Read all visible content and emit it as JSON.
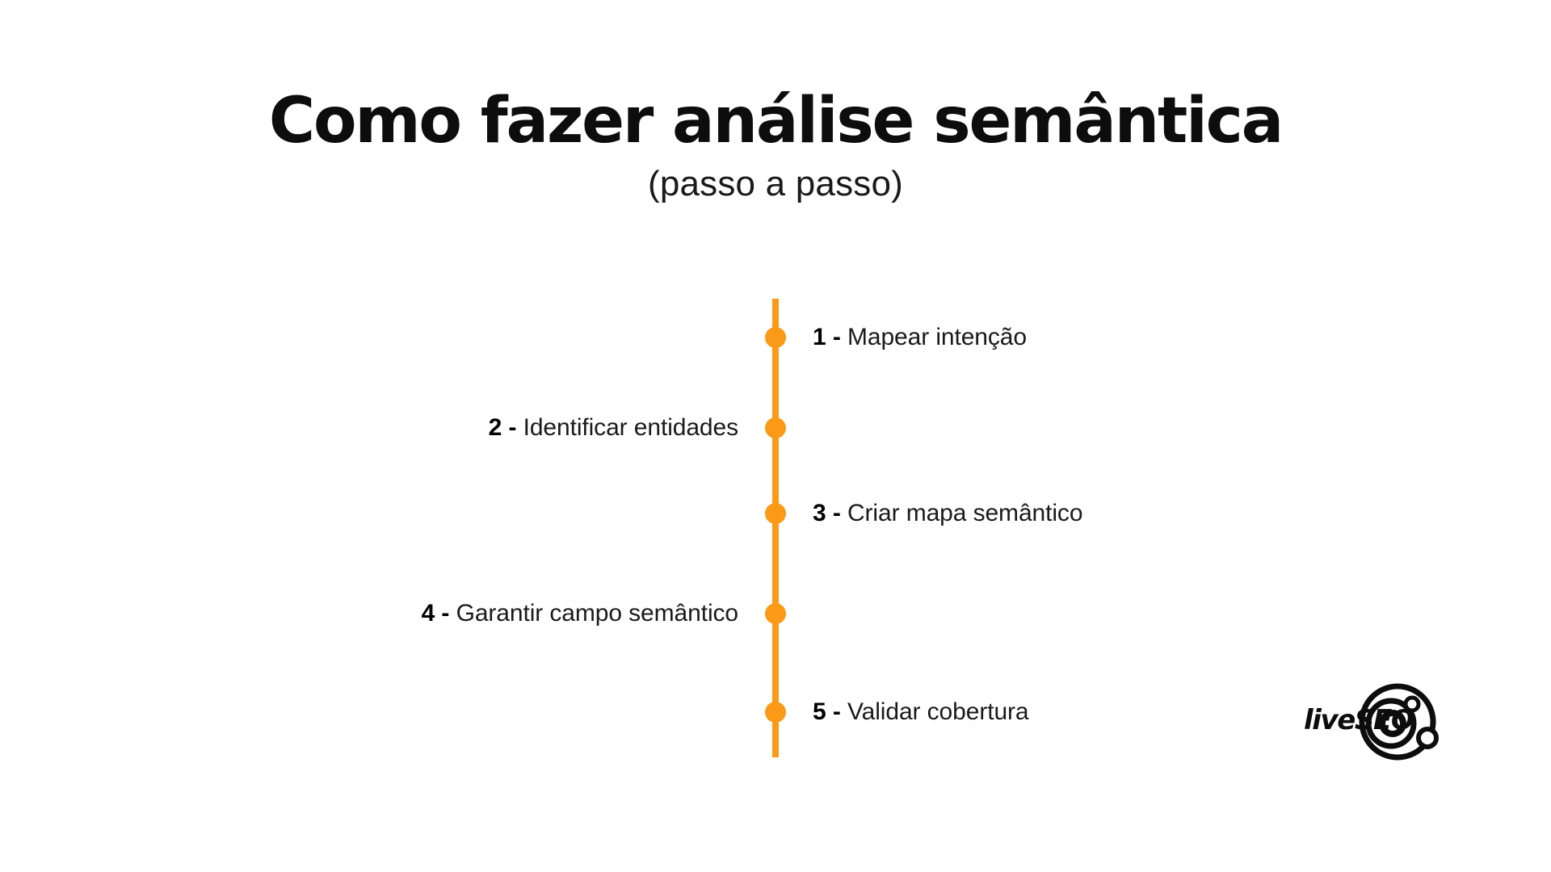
{
  "heading": {
    "title": "Como fazer análise semântica",
    "subtitle": "(passo a passo)"
  },
  "colors": {
    "accent_orange": "#fb9a16",
    "text_dark": "#1a1a1a",
    "background": "#ffffff"
  },
  "timeline": {
    "orientation": "vertical",
    "axis_color": "#fb9a16",
    "steps": [
      {
        "number": "1 -",
        "label": "Mapear intenção",
        "side": "right"
      },
      {
        "number": "2 -",
        "label": "Identificar entidades",
        "side": "left"
      },
      {
        "number": "3 -",
        "label": "Criar mapa semântico",
        "side": "right"
      },
      {
        "number": "4 -",
        "label": "Garantir campo semântico",
        "side": "left"
      },
      {
        "number": "5 -",
        "label": "Validar cobertura",
        "side": "right"
      }
    ]
  },
  "logo": {
    "wordmark": "liveSEO",
    "icon_name": "orbit-atom-icon"
  }
}
